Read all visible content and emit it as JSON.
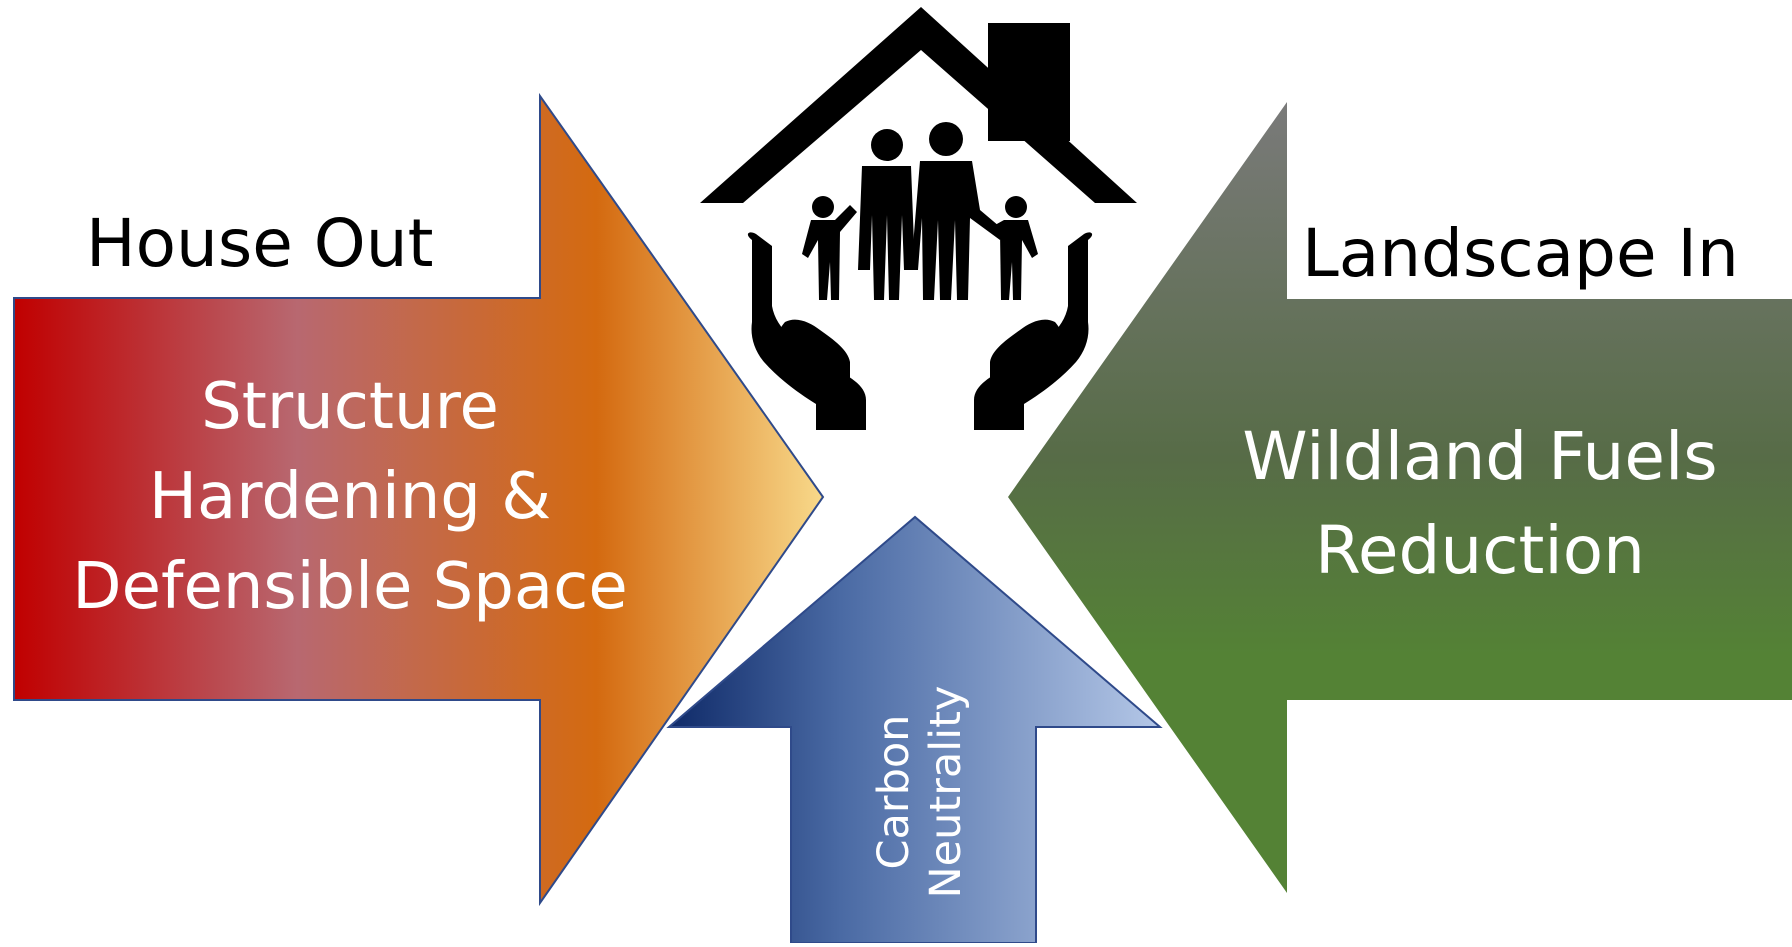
{
  "labels": {
    "house_out": "House Out",
    "landscape_in": "Landscape In"
  },
  "arrows": {
    "left": {
      "line1": "Structure",
      "line2": "Hardening &",
      "line3": "Defensible Space",
      "gradient": [
        "#c00000",
        "#b86870",
        "#d46a10",
        "#f8d98a"
      ],
      "stroke": "#2f4a8a"
    },
    "right": {
      "line1": "Wildland Fuels",
      "line2": "Reduction",
      "gradient": [
        "#7a7a7a",
        "#5a6e4c",
        "#548235",
        "#548235"
      ]
    },
    "bottom": {
      "line1": "Carbon",
      "line2": "Neutrality",
      "gradient": [
        "#1f3a7a",
        "#4a6aa4",
        "#b4c7e7"
      ],
      "stroke": "#2f4a8a"
    }
  },
  "icon": {
    "name": "family-home-hands-icon",
    "color": "#000000"
  }
}
